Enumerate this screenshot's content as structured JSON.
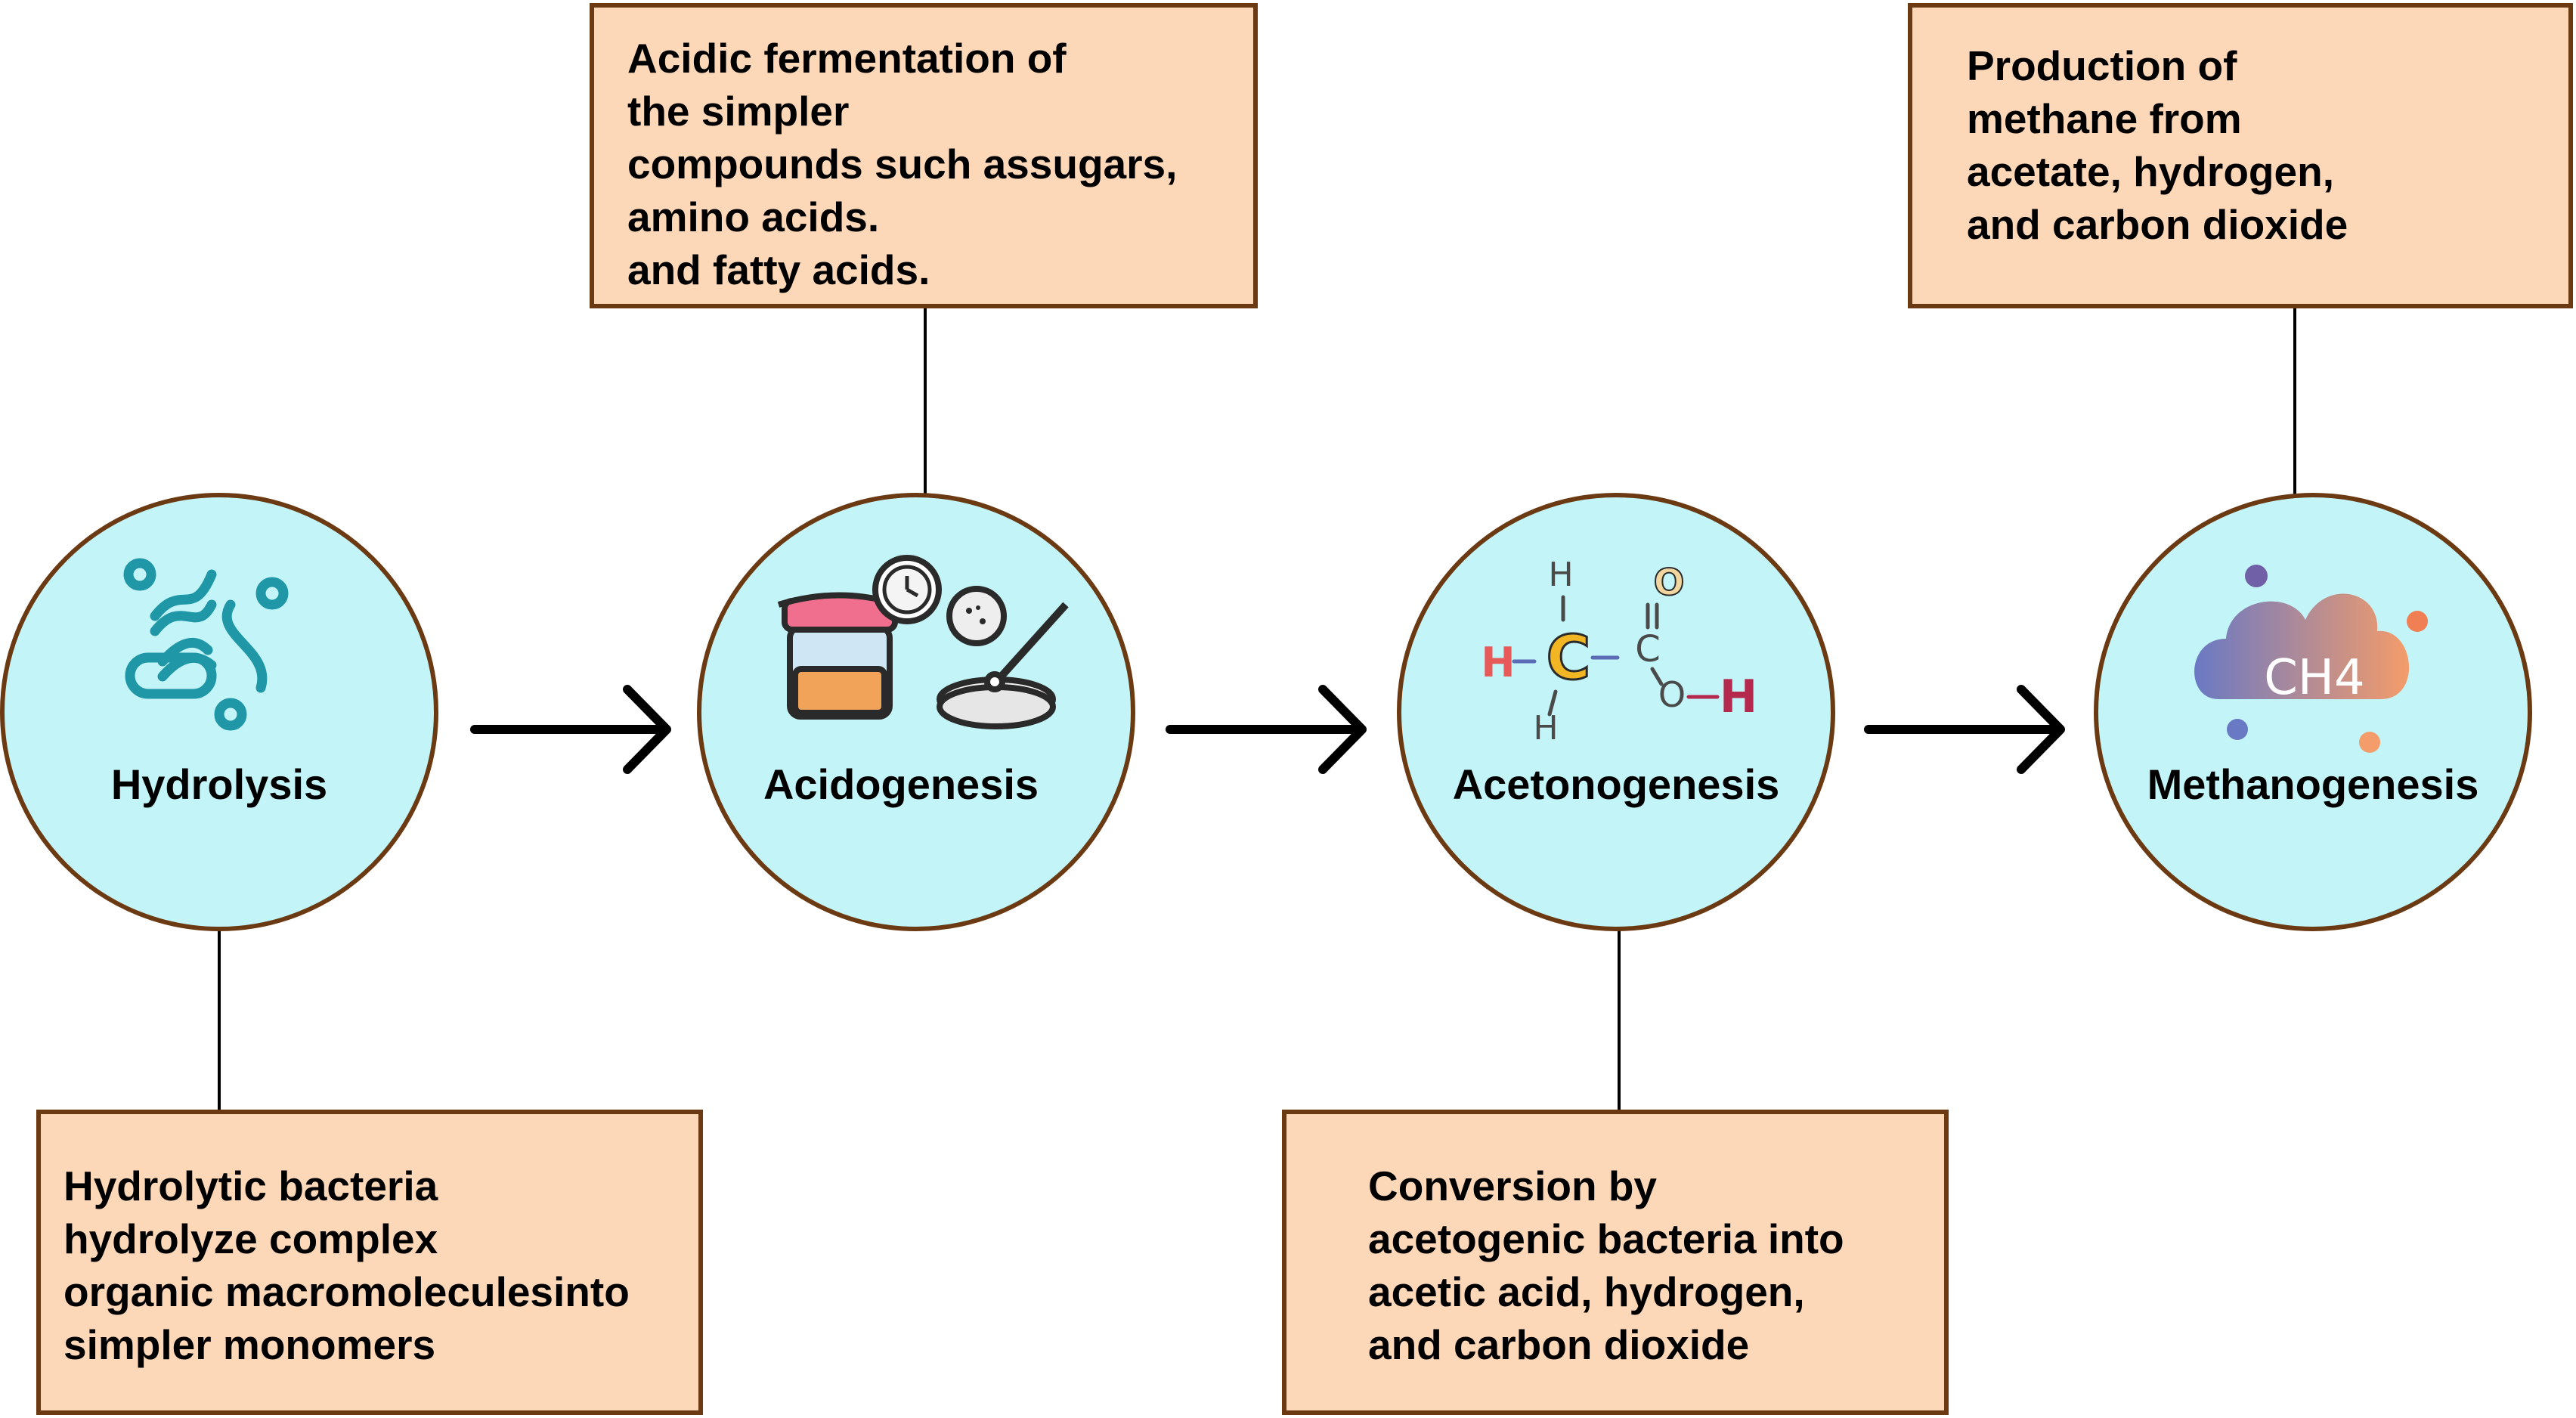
{
  "stages": [
    {
      "label": "Hydrolysis",
      "icon": "bacteria-icon"
    },
    {
      "label": "Acidogenesis",
      "icon": "fermentation-jar-icon"
    },
    {
      "label": "Acetonogenesis",
      "icon": "acetic-acid-molecule-icon"
    },
    {
      "label": "Methanogenesis",
      "icon": "methane-cloud-icon"
    }
  ],
  "descriptions": {
    "hydrolysis": [
      "Hydrolytic bacteria",
      "hydrolyze complex",
      "organic macromoleculesinto",
      "simpler monomers"
    ],
    "acidogenesis": [
      "Acidic fermentation of",
      "the simpler",
      "compounds such assugars,",
      "amino acids.",
      "and fatty acids."
    ],
    "acetonogenesis": [
      "Conversion by",
      "acetogenic bacteria into",
      "acetic acid, hydrogen,",
      "and carbon dioxide"
    ],
    "methanogenesis": [
      "Production of",
      "methane from",
      "acetate, hydrogen,",
      "and carbon dioxide"
    ]
  },
  "icon_text": {
    "molecule": [
      "H",
      "H",
      "H",
      "C",
      "C",
      "O",
      "O",
      "H"
    ],
    "methane": "CH4"
  },
  "colors": {
    "circle_fill": "#c3f5f8",
    "circle_border": "#6b3a13",
    "box_fill": "#fdd8b8",
    "box_border": "#6b3a13",
    "arrow": "#000000"
  }
}
